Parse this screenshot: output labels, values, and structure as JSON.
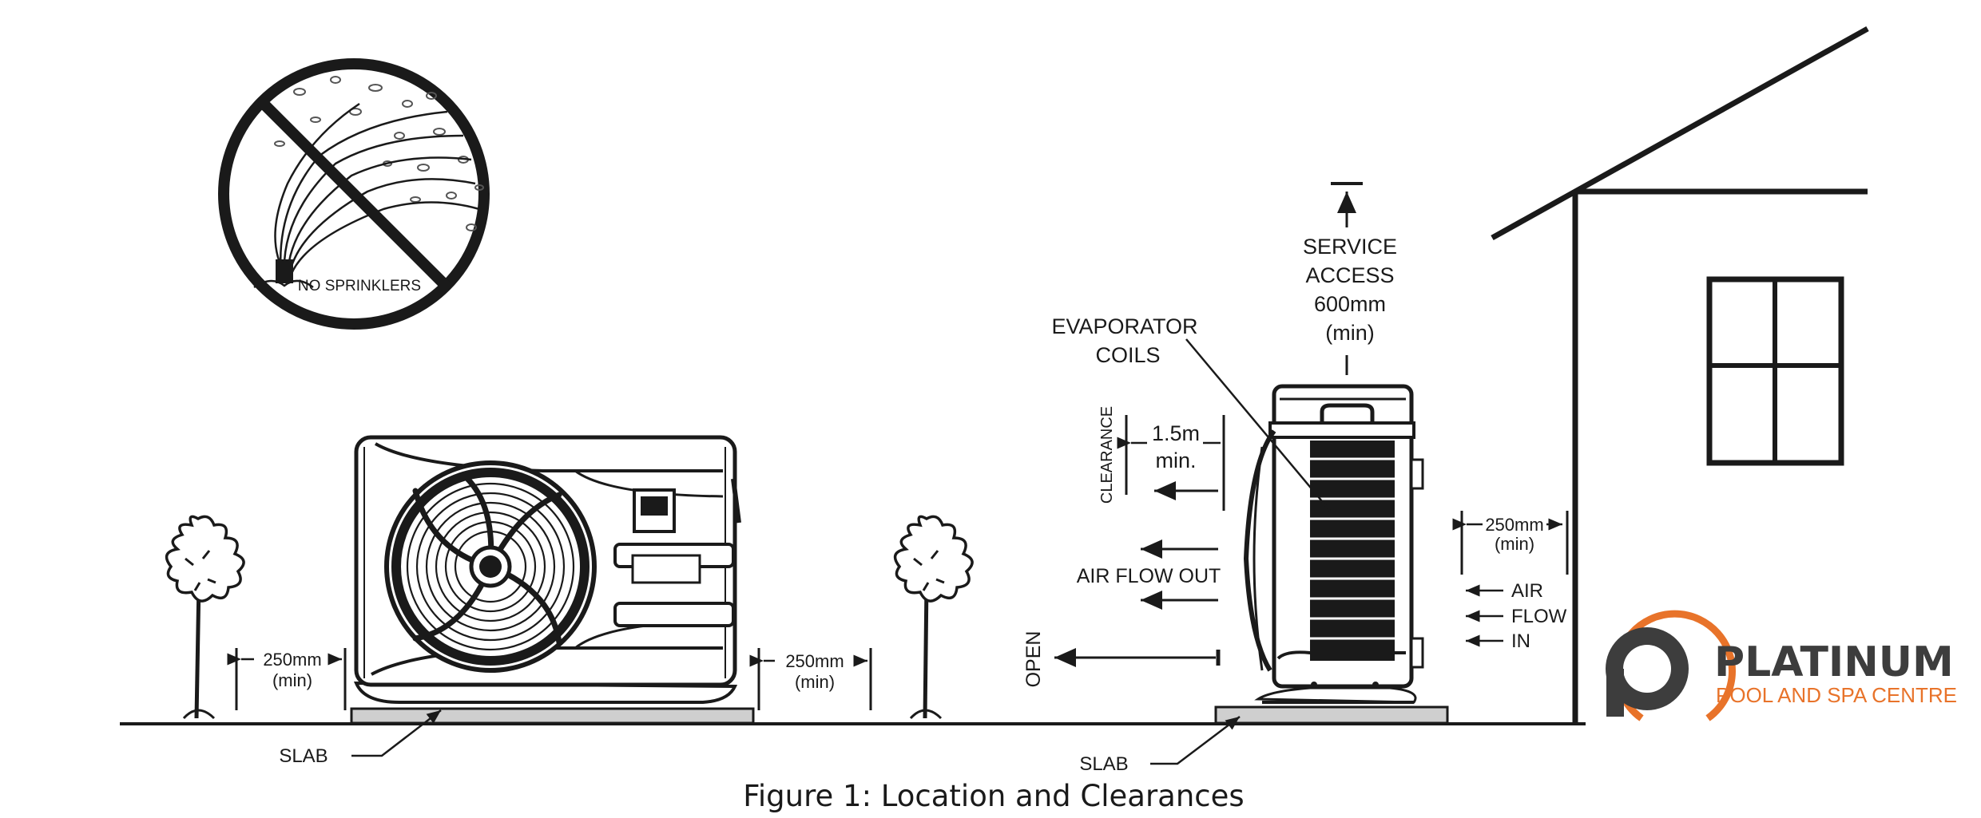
{
  "figure": {
    "caption": "Figure 1: Location and Clearances",
    "no_sprinklers_label": "NO SPRINKLERS",
    "left_gap_label": [
      "250mm",
      "(min)"
    ],
    "right_gap_label": [
      "250mm",
      "(min)"
    ],
    "slab_left_label": "SLAB",
    "slab_right_label": "SLAB",
    "evaporator_label": [
      "EVAPORATOR",
      "COILS"
    ],
    "service_access_label": [
      "SERVICE",
      "ACCESS",
      "600mm",
      "(min)"
    ],
    "clearance_label": "CLEARANCE",
    "clearance_value": [
      "1.5m",
      "min."
    ],
    "air_flow_out_label": "AIR FLOW OUT",
    "open_label": "OPEN",
    "wall_gap_label": [
      "250mm",
      "(min)"
    ],
    "air_flow_in_label": [
      "AIR",
      "FLOW",
      "IN"
    ]
  },
  "logo": {
    "name": "PLATINUM",
    "tagline": "POOL AND SPA CENTRE",
    "brand_color": "#e8732a",
    "text_color": "#3d3d3d"
  }
}
